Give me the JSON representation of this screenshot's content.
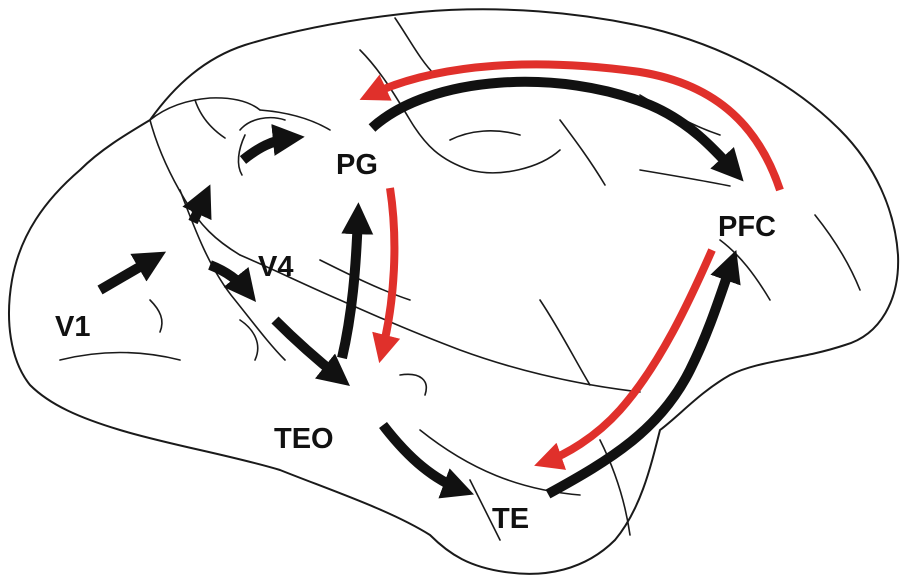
{
  "labels": {
    "v1": "V1",
    "v4": "V4",
    "teo": "TEO",
    "te": "TE",
    "pg": "PG",
    "pfc": "PFC"
  },
  "colors": {
    "feedforward": "#111111",
    "feedback": "#e0302b",
    "outline": "#1a1a1a",
    "background": "#ffffff"
  }
}
